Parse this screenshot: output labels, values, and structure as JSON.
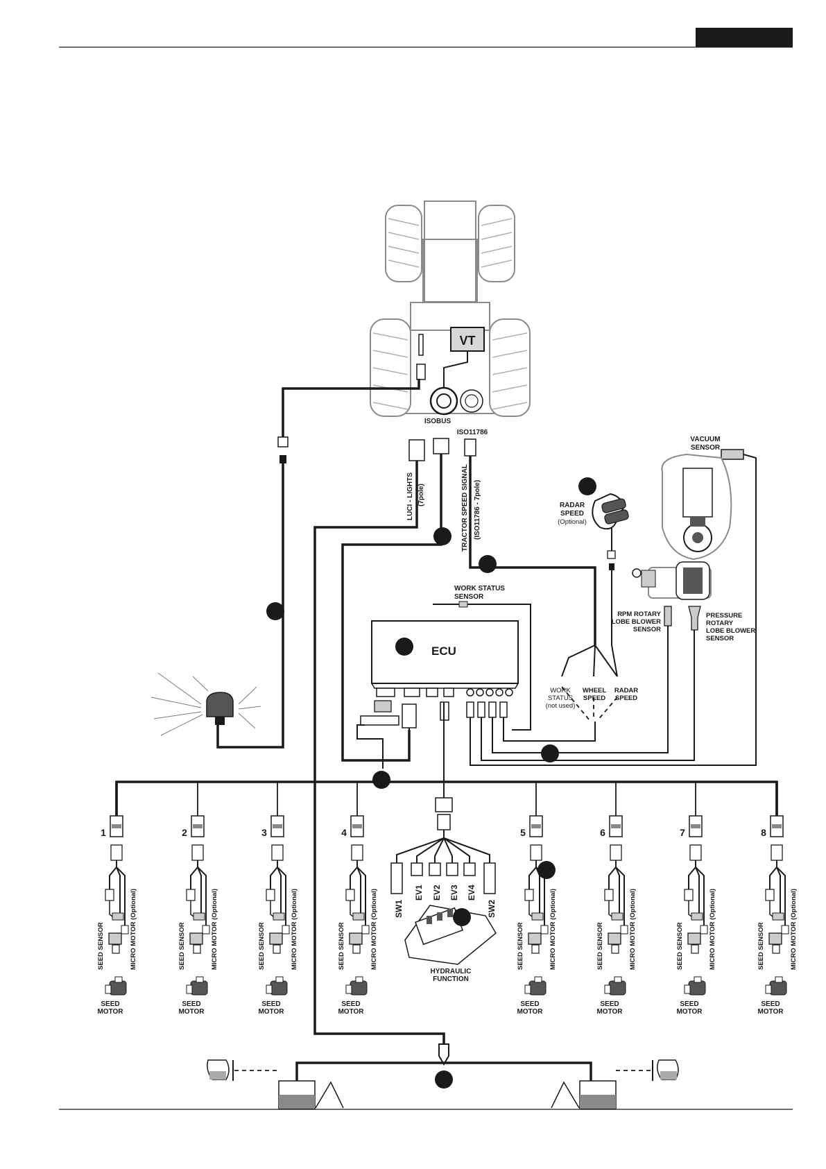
{
  "header": {
    "tab_color": "#1a1a1a"
  },
  "tractor": {
    "vt_label": "VT",
    "isobus_label": "ISOBUS",
    "iso11786_label": "ISO11786"
  },
  "lights": {
    "label_line1": "LUCI - LIGHTS",
    "label_line2": "(7pole)"
  },
  "tractor_speed": {
    "label_line1": "TRACTOR SPEED SIGNAL",
    "label_line2": "(ISO11786 - 7pole)"
  },
  "radar": {
    "label_line1": "RADAR",
    "label_line2": "SPEED",
    "label_line3": "(Optional)"
  },
  "vacuum": {
    "label_line1": "VACUUM",
    "label_line2": "SENSOR"
  },
  "work_status_sensor": {
    "label_line1": "WORK STATUS",
    "label_line2": "SENSOR"
  },
  "rpm_sensor": {
    "label_line1": "RPM ROTARY",
    "label_line2": "LOBE BLOWER",
    "label_line3": "SENSOR"
  },
  "pressure_sensor": {
    "label_line1": "PRESSURE",
    "label_line2": "ROTARY",
    "label_line3": "LOBE BLOWER",
    "label_line4": "SENSOR"
  },
  "ecu": {
    "label": "ECU"
  },
  "inputs": {
    "work_line1": "WORK",
    "work_line2": "STATUS",
    "work_line3": "(not used)",
    "wheel_line1": "WHEEL",
    "wheel_line2": "SPEED",
    "radar_line1": "RADAR",
    "radar_line2": "SPEED"
  },
  "rows": [
    {
      "number": "1"
    },
    {
      "number": "2"
    },
    {
      "number": "3"
    },
    {
      "number": "4"
    },
    {
      "number": "5"
    },
    {
      "number": "6"
    },
    {
      "number": "7"
    },
    {
      "number": "8"
    }
  ],
  "row_labels": {
    "seed_sensor": "SEED SENSOR",
    "micro_motor": "MICRO MOTOR (Optional)",
    "seed_motor_line1": "SEED",
    "seed_motor_line2": "MOTOR"
  },
  "hydraulic": {
    "sw1": "SW1",
    "ev1": "EV1",
    "ev2": "EV2",
    "ev3": "EV3",
    "ev4": "EV4",
    "sw2": "SW2",
    "label_line1": "HYDRAULIC",
    "label_line2": "FUNCTION"
  }
}
